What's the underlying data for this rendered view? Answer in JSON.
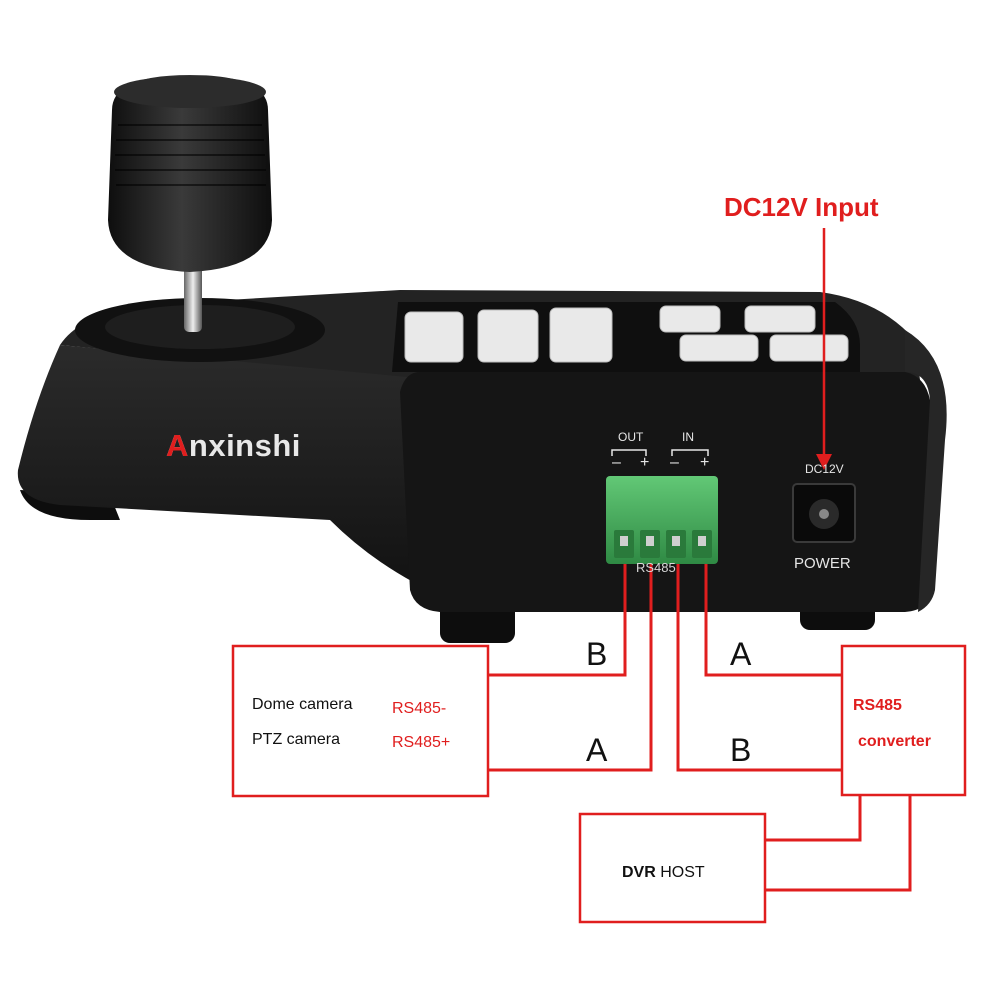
{
  "colors": {
    "accent_red": "#e01e1e",
    "device_body": "#1c1c1c",
    "terminal_green": "#46b35c",
    "key_white": "#e9e9e9"
  },
  "header": {
    "title": "DC12V Input"
  },
  "device": {
    "brand": "Anxinshi",
    "port_out": "OUT",
    "port_in": "IN",
    "polarity_minus": "–",
    "polarity_plus": "+",
    "terminal_label": "RS485",
    "power_rating": "DC12V",
    "power_label": "POWER"
  },
  "camera_box": {
    "line1_name": "Dome camera",
    "line1_signal": "RS485-",
    "line2_name": "PTZ camera",
    "line2_signal": "RS485+"
  },
  "converter_box": {
    "line1": "RS485",
    "line2": "converter"
  },
  "dvr_box": {
    "label_bold": "DVR",
    "label_rest": "HOST"
  },
  "wires": {
    "out_minus_letter": "B",
    "out_plus_letter": "A",
    "in_minus_letter": "B",
    "in_plus_letter": "A"
  }
}
